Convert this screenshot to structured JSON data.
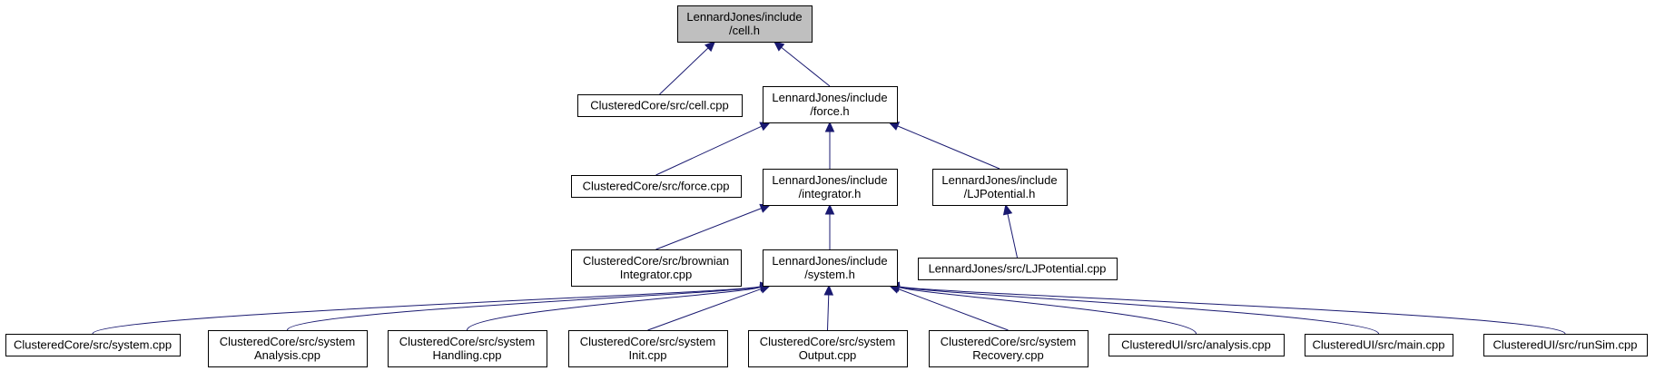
{
  "diagram": {
    "type": "include-dependency-graph",
    "colors": {
      "edge": "#191970",
      "root_fill": "#bfbfbf",
      "node_fill": "#ffffff",
      "node_border": "#000000"
    },
    "nodes": [
      {
        "id": "cell_h",
        "lines": [
          "LennardJones/include",
          "/cell.h"
        ],
        "root": true
      },
      {
        "id": "cell_cpp",
        "lines": [
          "ClusteredCore/src/cell.cpp"
        ]
      },
      {
        "id": "force_h",
        "lines": [
          "LennardJones/include",
          "/force.h"
        ]
      },
      {
        "id": "force_cpp",
        "lines": [
          "ClusteredCore/src/force.cpp"
        ]
      },
      {
        "id": "integrator_h",
        "lines": [
          "LennardJones/include",
          "/integrator.h"
        ]
      },
      {
        "id": "ljpot_h",
        "lines": [
          "LennardJones/include",
          "/LJPotential.h"
        ]
      },
      {
        "id": "brownian_cpp",
        "lines": [
          "ClusteredCore/src/brownian",
          "Integrator.cpp"
        ]
      },
      {
        "id": "system_h",
        "lines": [
          "LennardJones/include",
          "/system.h"
        ]
      },
      {
        "id": "ljpot_cpp",
        "lines": [
          "LennardJones/src/LJPotential.cpp"
        ]
      },
      {
        "id": "system_cpp",
        "lines": [
          "ClusteredCore/src/system.cpp"
        ]
      },
      {
        "id": "sys_analysis_cpp",
        "lines": [
          "ClusteredCore/src/system",
          "Analysis.cpp"
        ]
      },
      {
        "id": "sys_handling_cpp",
        "lines": [
          "ClusteredCore/src/system",
          "Handling.cpp"
        ]
      },
      {
        "id": "sys_init_cpp",
        "lines": [
          "ClusteredCore/src/system",
          "Init.cpp"
        ]
      },
      {
        "id": "sys_output_cpp",
        "lines": [
          "ClusteredCore/src/system",
          "Output.cpp"
        ]
      },
      {
        "id": "sys_recovery_cpp",
        "lines": [
          "ClusteredCore/src/system",
          "Recovery.cpp"
        ]
      },
      {
        "id": "ui_analysis_cpp",
        "lines": [
          "ClusteredUI/src/analysis.cpp"
        ]
      },
      {
        "id": "ui_main_cpp",
        "lines": [
          "ClusteredUI/src/main.cpp"
        ]
      },
      {
        "id": "ui_runsim_cpp",
        "lines": [
          "ClusteredUI/src/runSim.cpp"
        ]
      }
    ],
    "edges": [
      {
        "from": "cell_cpp",
        "to": "cell_h"
      },
      {
        "from": "force_h",
        "to": "cell_h"
      },
      {
        "from": "force_cpp",
        "to": "force_h"
      },
      {
        "from": "integrator_h",
        "to": "force_h"
      },
      {
        "from": "ljpot_h",
        "to": "force_h"
      },
      {
        "from": "brownian_cpp",
        "to": "integrator_h"
      },
      {
        "from": "system_h",
        "to": "integrator_h"
      },
      {
        "from": "ljpot_cpp",
        "to": "ljpot_h"
      },
      {
        "from": "system_cpp",
        "to": "system_h"
      },
      {
        "from": "sys_analysis_cpp",
        "to": "system_h"
      },
      {
        "from": "sys_handling_cpp",
        "to": "system_h"
      },
      {
        "from": "sys_init_cpp",
        "to": "system_h"
      },
      {
        "from": "sys_output_cpp",
        "to": "system_h"
      },
      {
        "from": "sys_recovery_cpp",
        "to": "system_h"
      },
      {
        "from": "ui_analysis_cpp",
        "to": "system_h"
      },
      {
        "from": "ui_main_cpp",
        "to": "system_h"
      },
      {
        "from": "ui_runsim_cpp",
        "to": "system_h"
      }
    ]
  }
}
